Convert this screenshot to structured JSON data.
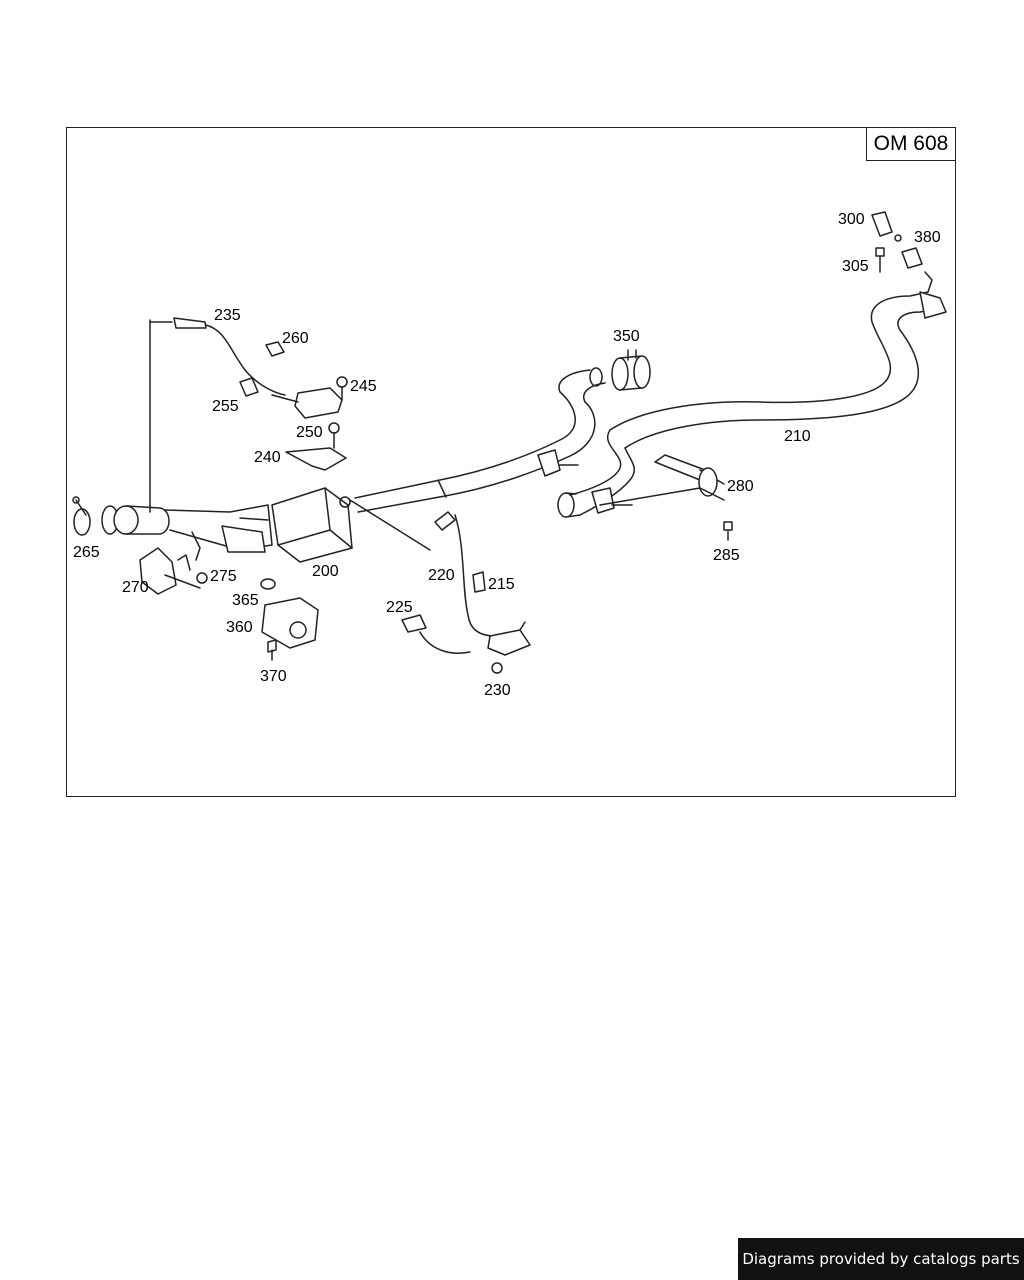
{
  "diagram": {
    "engine_code": "OM 608",
    "parts": {
      "p200": "200",
      "p210": "210",
      "p215": "215",
      "p220": "220",
      "p225": "225",
      "p230": "230",
      "p235": "235",
      "p240": "240",
      "p245": "245",
      "p250": "250",
      "p255": "255",
      "p260": "260",
      "p265": "265",
      "p270": "270",
      "p275": "275",
      "p280": "280",
      "p285": "285",
      "p300": "300",
      "p305": "305",
      "p350": "350",
      "p360": "360",
      "p365": "365",
      "p370": "370",
      "p380": "380"
    }
  },
  "footer": {
    "credit": "Diagrams provided by catalogs parts"
  },
  "colors": {
    "line": "#222222",
    "credit_bg": "#111111",
    "credit_text": "#ffffff"
  }
}
